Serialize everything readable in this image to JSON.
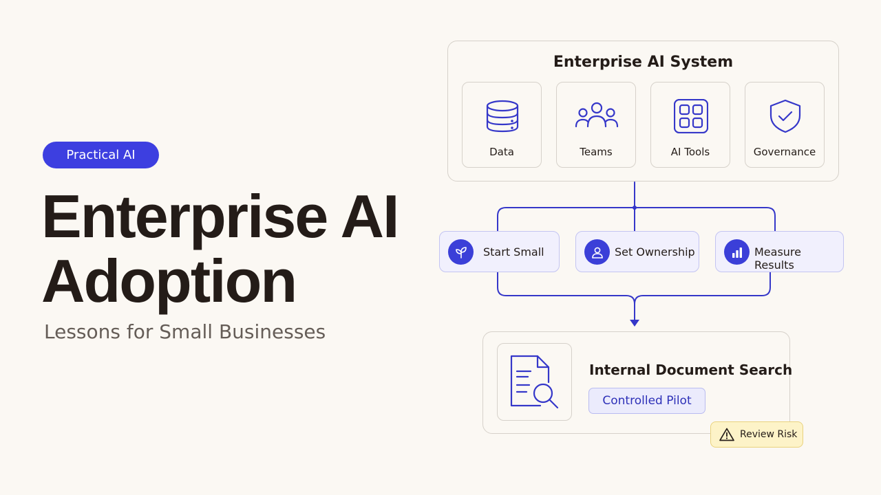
{
  "hero": {
    "badge": "Practical AI",
    "title_line1": "Enterprise AI",
    "title_line2": "Adoption",
    "subtitle": "Lessons for Small Businesses"
  },
  "system": {
    "title": "Enterprise AI System",
    "components": [
      {
        "label": "Data",
        "icon": "database-icon"
      },
      {
        "label": "Teams",
        "icon": "team-icon"
      },
      {
        "label": "AI Tools",
        "icon": "grid-apps-icon"
      },
      {
        "label": "Governance",
        "icon": "shield-check-icon"
      }
    ]
  },
  "steps": [
    {
      "label": "Start Small",
      "icon": "sprout-icon"
    },
    {
      "label": "Set Ownership",
      "icon": "user-icon"
    },
    {
      "label": "Measure Results",
      "icon": "bar-chart-icon"
    }
  ],
  "pilot": {
    "title": "Internal Document Search",
    "tag": "Controlled Pilot",
    "icon": "document-search-icon",
    "risk_label": "Review Risk",
    "risk_icon": "warning-icon"
  },
  "colors": {
    "accent": "#3d3fe0",
    "background": "#fbf8f3",
    "warning_bg": "#fdf3c8"
  }
}
